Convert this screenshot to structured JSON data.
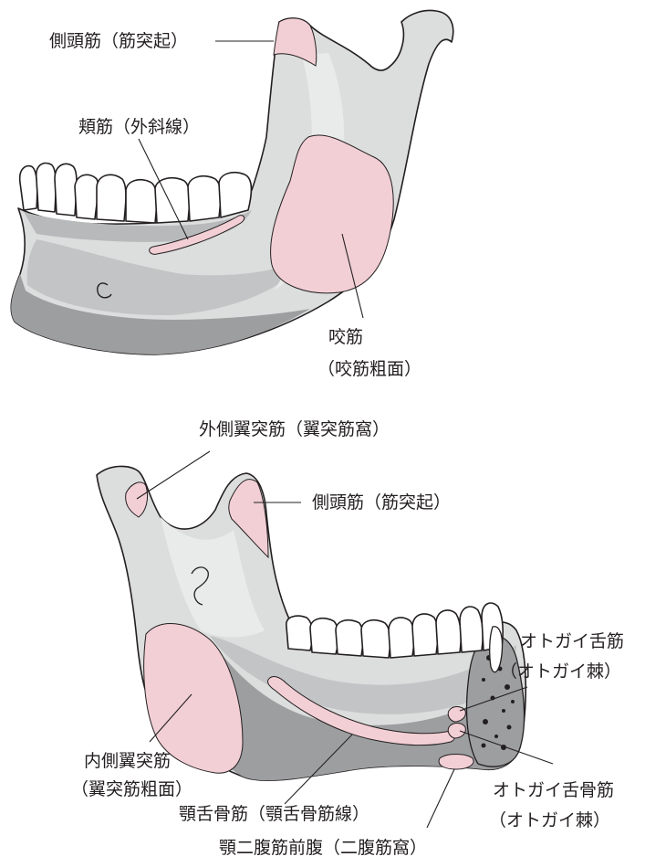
{
  "colors": {
    "bone_light": "#dcdddd",
    "bone_mid": "#c3c4c5",
    "bone_dark": "#9d9ea0",
    "bone_shadow": "#8a8b8d",
    "muscle_attachment": "#f2cfd5",
    "tooth": "#ffffff",
    "outline": "#231f20"
  },
  "labels": {
    "temporalis_top": "側頭筋（筋突起）",
    "buccinator": "頬筋（外斜線）",
    "masseter_1": "咬筋",
    "masseter_2": "（咬筋粗面）",
    "lateral_pterygoid": "外側翼突筋（翼突筋窩）",
    "temporalis_bottom": "側頭筋（筋突起）",
    "genioglossus_1": "オトガイ舌筋",
    "genioglossus_2": "（オトガイ棘）",
    "medial_pterygoid_1": "内側翼突筋",
    "medial_pterygoid_2": "（翼突筋粗面）",
    "mylohyoid": "顎舌骨筋（顎舌骨筋線）",
    "geniohyoid_1": "オトガイ舌骨筋",
    "geniohyoid_2": "（オトガイ棘）",
    "digastric": "顎二腹筋前腹（二腹筋窩）"
  },
  "icons": {
    "upper_view": "mandible-lateral-view-icon",
    "lower_view": "mandible-medial-view-icon"
  }
}
